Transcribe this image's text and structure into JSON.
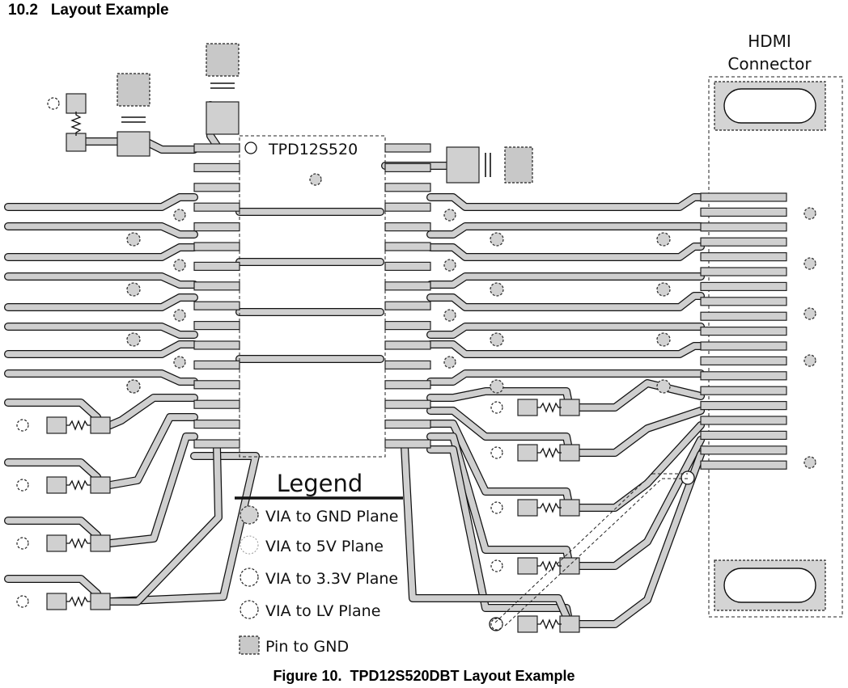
{
  "section": {
    "number": "10.2",
    "title": "Layout Example"
  },
  "chip_label": "TPD12S520",
  "connector_label": [
    "HDMI",
    "Connector"
  ],
  "legend": {
    "title": "Legend",
    "items": [
      {
        "label": "VIA to GND Plane",
        "symbol": "via-gnd"
      },
      {
        "label": "VIA to 5V Plane",
        "symbol": "via-5v"
      },
      {
        "label": "VIA to 3.3V Plane",
        "symbol": "via-33"
      },
      {
        "label": "VIA to LV Plane",
        "symbol": "via-lv"
      },
      {
        "label": "Pin to GND",
        "symbol": "pad-gnd"
      }
    ]
  },
  "caption": "Figure 10.  TPD12S520DBT Layout Example",
  "colors": {
    "copper": "#cfcfcf",
    "outline": "#111111",
    "background": "#ffffff"
  }
}
